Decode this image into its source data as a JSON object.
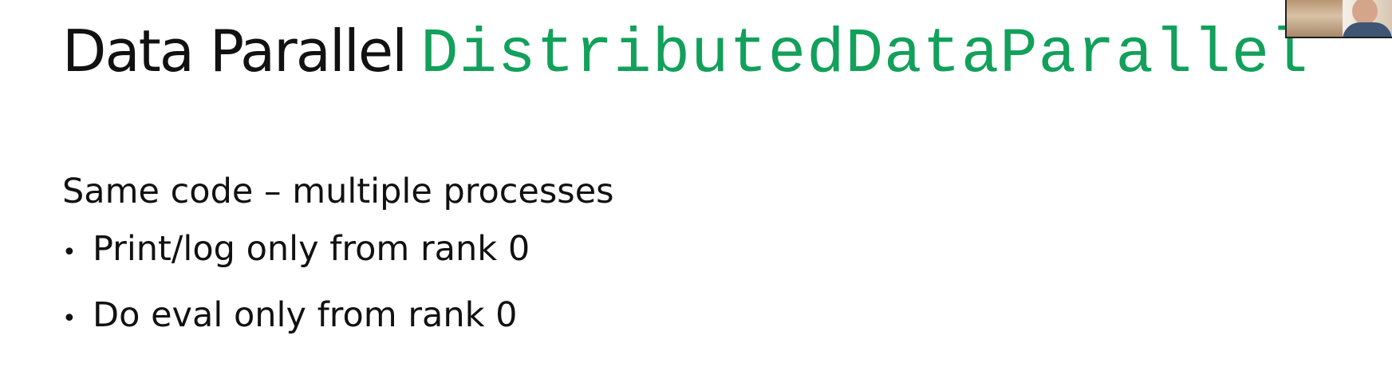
{
  "slide": {
    "title_plain": "Data Parallel",
    "title_code": "DistributedDataParallel",
    "subtitle": "Same code – multiple processes",
    "bullets": [
      "Print/log only from rank 0",
      "Do eval only from rank 0"
    ]
  },
  "colors": {
    "code_accent": "#12a05a",
    "text": "#111111",
    "background": "#ffffff"
  },
  "icons": {
    "bullet": "•",
    "webcam": "presenter-webcam-overlay"
  }
}
